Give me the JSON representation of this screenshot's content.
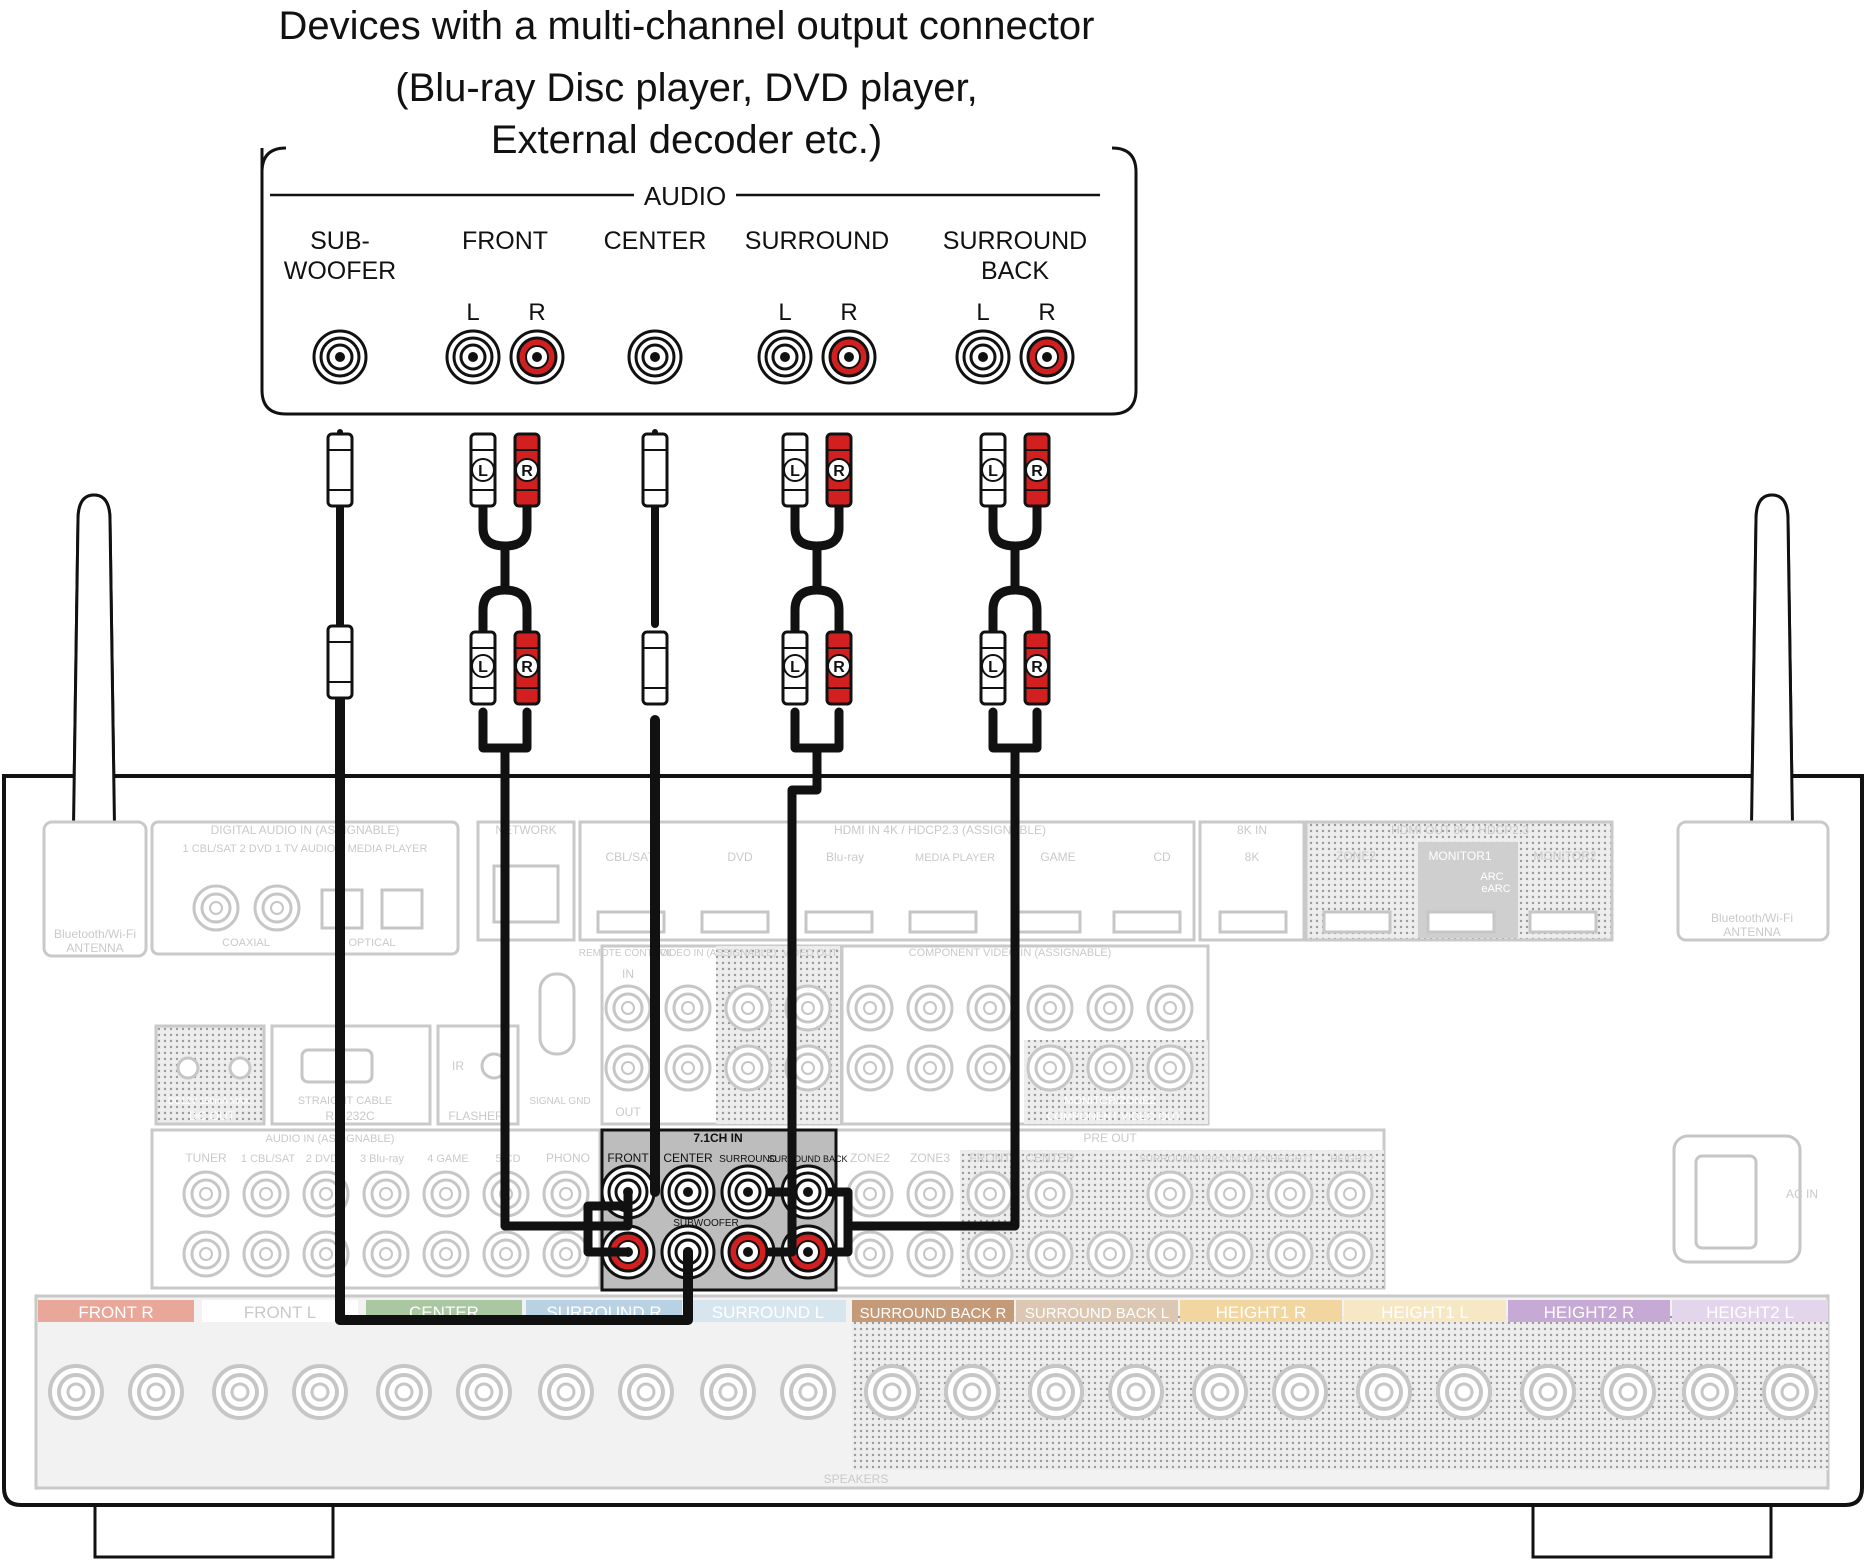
{
  "title": {
    "line1": "Devices with a multi-channel output connector",
    "line2": "(Blu-ray Disc player, DVD player,",
    "line3": "External decoder etc.)"
  },
  "source_device": {
    "group_label": "AUDIO",
    "outputs": [
      {
        "label_lines": [
          "SUB-",
          "WOOFER"
        ],
        "channels": []
      },
      {
        "label_lines": [
          "FRONT"
        ],
        "channels": [
          "L",
          "R"
        ]
      },
      {
        "label_lines": [
          "CENTER"
        ],
        "channels": []
      },
      {
        "label_lines": [
          "SURROUND"
        ],
        "channels": [
          "L",
          "R"
        ]
      },
      {
        "label_lines": [
          "SURROUND",
          "BACK"
        ],
        "channels": [
          "L",
          "R"
        ]
      }
    ]
  },
  "plug_marks": {
    "left": "L",
    "right": "R"
  },
  "receiver": {
    "antenna_label": [
      "Bluetooth/Wi-Fi",
      "ANTENNA"
    ],
    "digital_audio_in": "DIGITAL AUDIO IN (ASSIGNABLE)",
    "digital_sub": "1 CBL/SAT  2 DVD   1 TV AUDIO  2 MEDIA PLAYER",
    "coaxial": "COAXIAL",
    "optical": "OPTICAL",
    "network": "NETWORK",
    "hdmi_in": "HDMI IN   4K / HDCP2.3  (ASSIGNABLE)",
    "hdmi_inputs": [
      "CBL/SAT",
      "DVD",
      "Blu-ray",
      "MEDIA PLAYER",
      "GAME",
      "CD"
    ],
    "hdmi_8k_in": "8K IN",
    "hdmi_8k_input": "8K",
    "hdmi_out": "HDMI OUT   8K / HDCP2.3",
    "hdmi_out_labels": [
      "ZONE2",
      "MONITOR1",
      "MONITOR2"
    ],
    "arc": "ARC",
    "earc": "eARC",
    "remote_control": "REMOTE CONTROL",
    "remote_in": "IN",
    "remote_out": "OUT",
    "video_in": "VIDEO IN (ASSIGNABLE)",
    "video_out": "VIDEO OUT",
    "component_video_in": "COMPONENT VIDEO IN (ASSIGNABLE)",
    "component_video_out": "COMPONENT VIDEO OUT",
    "monitor_zone2": "MONITOR/ZONE2",
    "dc_out": "DC OUT",
    "dc_spec": "DC12V 150mA MAX.",
    "rs232c": "RS-232C",
    "straight_cable": "STRAIGHT CABLE",
    "flasher": "FLASHER",
    "ir": "IR",
    "signal_gnd": "SIGNAL GND",
    "audio_in": "AUDIO IN (ASSIGNABLE)",
    "audio_in_inputs": [
      "TUNER",
      "1 CBL/SAT",
      "2 DVD",
      "3 Blu-ray",
      "4 GAME",
      "5 CD",
      "PHONO"
    ],
    "multi_in_title": "7.1CH IN",
    "multi_in_labels": [
      "FRONT",
      "CENTER",
      "SURROUND",
      "SURROUND BACK",
      "SUBWOOFER"
    ],
    "pre_out": "PRE OUT",
    "pre_out_labels": [
      "ZONE2",
      "ZONE3",
      "FRONT",
      "CENTER",
      "SURROUND",
      "SURROUND BACK",
      "HEIGHT1",
      "HEIGHT2"
    ],
    "ac_in": "AC IN",
    "speakers": "SPEAKERS",
    "speaker_terminals": [
      "FRONT R",
      "FRONT L",
      "CENTER",
      "SURROUND R",
      "SURROUND L",
      "SURROUND BACK R",
      "SURROUND BACK L",
      "HEIGHT1 R",
      "HEIGHT1 L",
      "HEIGHT2 R",
      "HEIGHT2 L"
    ]
  },
  "colors": {
    "red": "#d22020",
    "white_plug": "#ffffff",
    "cable": "#111111",
    "panel_gray": "#cfcfcf"
  }
}
